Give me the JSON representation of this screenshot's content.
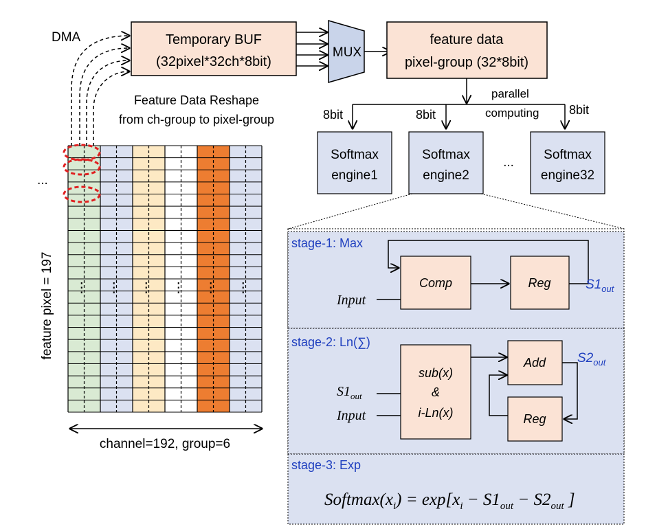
{
  "top": {
    "dma_label": "DMA",
    "temp_buf_line1": "Temporary BUF",
    "temp_buf_line2": "(32pixel*32ch*8bit)",
    "mux_label": "MUX",
    "feature_line1": "feature data",
    "feature_line2": "pixel-group (32*8bit)",
    "reshape_line1": "Feature Data Reshape",
    "reshape_line2": "from ch-group to pixel-group",
    "parallel_line1": "parallel",
    "parallel_line2": "computing",
    "bits": [
      "8bit",
      "8bit",
      "8bit"
    ]
  },
  "engines": [
    {
      "line1": "Softmax",
      "line2": "engine1"
    },
    {
      "line1": "Softmax",
      "line2": "engine2"
    },
    {
      "line1": "Softmax",
      "line2": "engine32"
    }
  ],
  "engine_ellipsis": "...",
  "grid": {
    "left_ellipsis": "...",
    "y_label": "feature pixel = 197",
    "x_label": "channel=192, group=6",
    "column_colors": [
      "#d9ead3",
      "#dbe1f1",
      "#fde9c4",
      "#ffffff",
      "#ed7d31",
      "#dbe1f1"
    ],
    "vdots": "⋮"
  },
  "stage1": {
    "title": "stage-1: Max",
    "comp": "Comp",
    "reg": "Reg",
    "input": "Input",
    "out_main": "S1",
    "out_sub": "out"
  },
  "stage2": {
    "title": "stage-2: Ln(∑)",
    "s1_main": "S1",
    "s1_sub": "out",
    "input": "Input",
    "sub_line1": "sub(x)",
    "sub_line2": "&",
    "sub_line3": "i-Ln(x)",
    "add": "Add",
    "reg": "Reg",
    "out_main": "S2",
    "out_sub": "out"
  },
  "stage3": {
    "title": "stage-3: Exp",
    "f_a": "Softmax(x",
    "f_b": "i",
    "f_c": ") = exp[x",
    "f_d": "i",
    "f_e": " − S1",
    "f_f": "out",
    "f_g": " − S2",
    "f_h": "out",
    "f_i": " ]"
  },
  "colors": {
    "block_fill": "#fbe3d5",
    "engine_fill": "#dbe1f1",
    "stage_fill": "#dbe1f1",
    "accent_blue": "#1f3fbf",
    "dma_red": "#e02020"
  }
}
